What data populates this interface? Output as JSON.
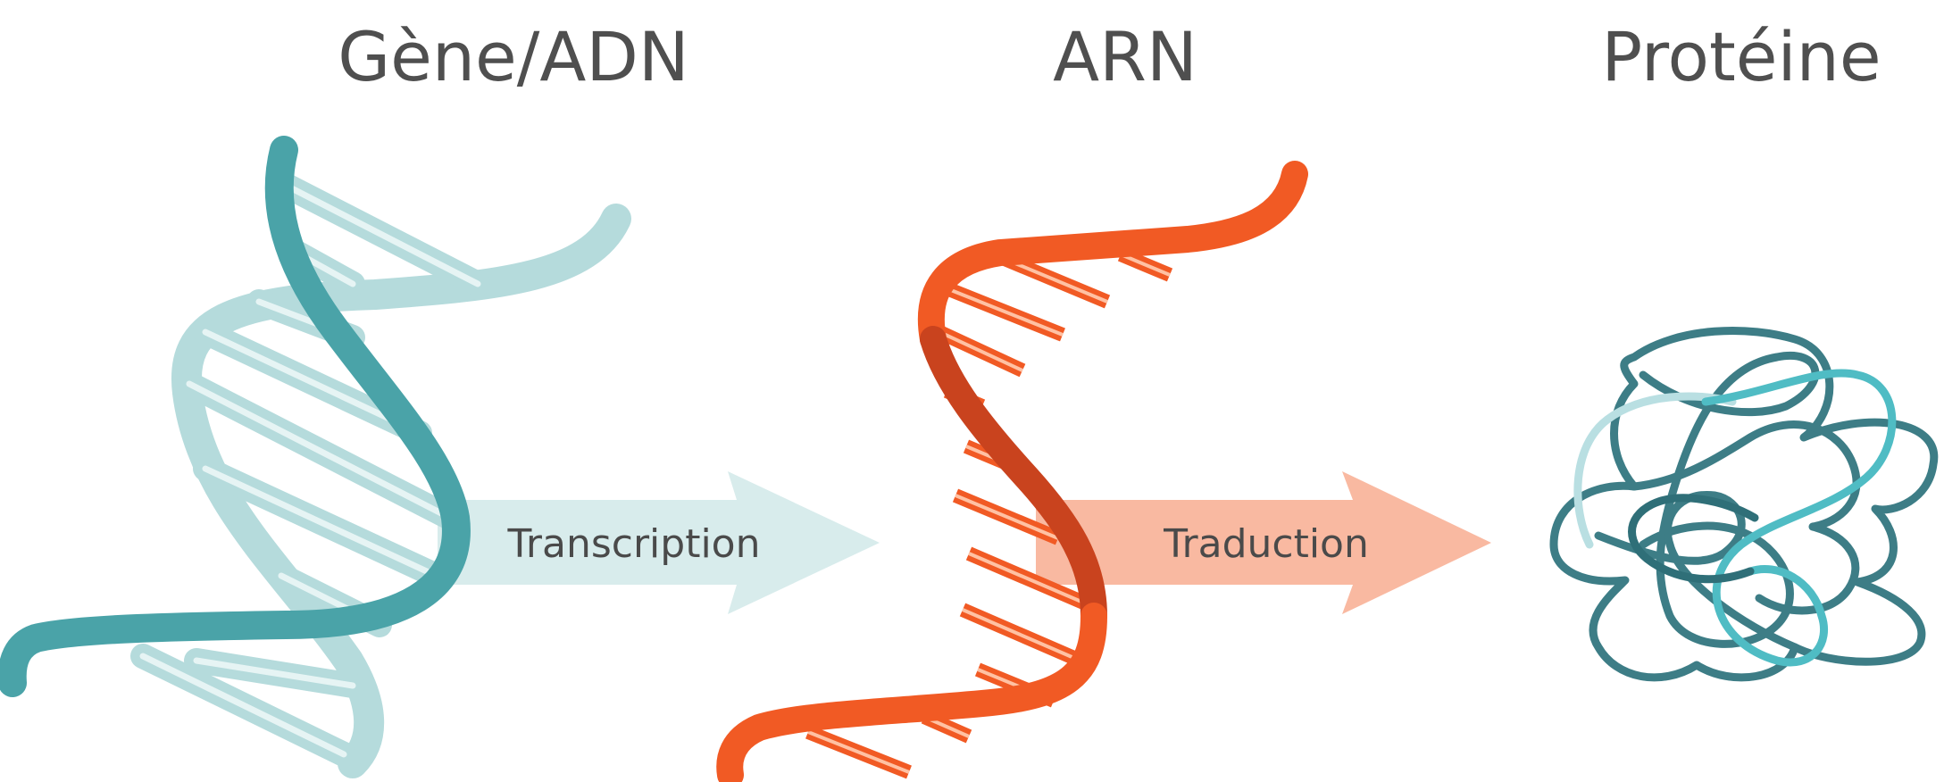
{
  "headings": {
    "gene": "Gène/ADN",
    "arn": "ARN",
    "protein": "Protéine"
  },
  "arrows": {
    "transcription": "Transcription",
    "traduction": "Traduction"
  },
  "colors": {
    "dna_dark": "#4aa3a8",
    "dna_light": "#b5dbdc",
    "dna_rung_highlight": "#e6f4f4",
    "rna_main": "#f15a24",
    "rna_dark": "#c9431e",
    "rna_rung_highlight": "#ffc1a3",
    "transcription_arrow": "#d8ecec",
    "traduction_arrow": "#f9b9a1",
    "protein_dark": "#3d7d86",
    "protein_teal": "#4fbcc4",
    "protein_light": "#b9dfe2",
    "text": "#4f4f4f"
  },
  "icons": [
    "dna-helix-icon",
    "rna-strand-icon",
    "protein-coil-icon"
  ]
}
